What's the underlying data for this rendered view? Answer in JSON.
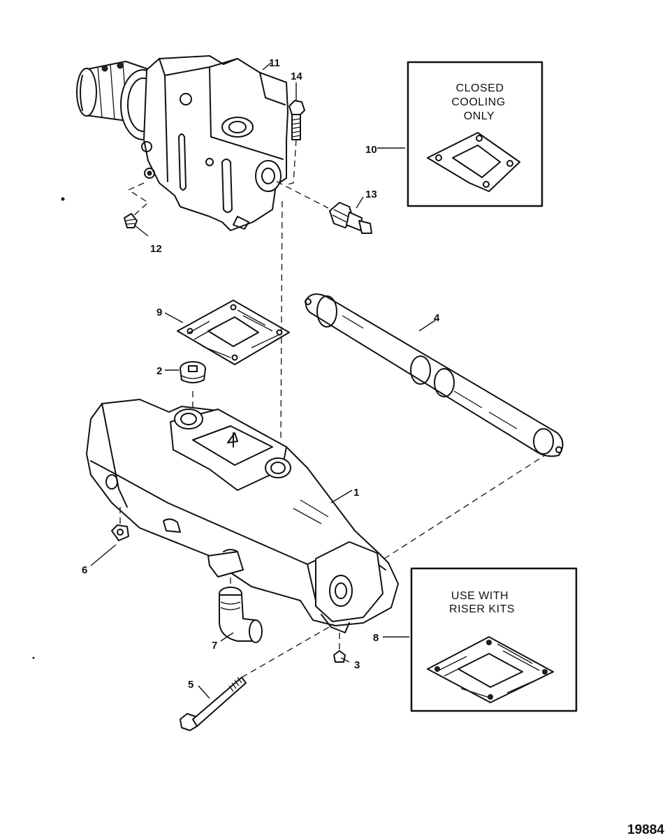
{
  "callouts": {
    "c1": "1",
    "c2": "2",
    "c3": "3",
    "c4": "4",
    "c5": "5",
    "c6": "6",
    "c7": "7",
    "c8": "8",
    "c9": "9",
    "c10": "10",
    "c11": "11",
    "c12": "12",
    "c13": "13",
    "c14": "14"
  },
  "box_closed_cooling": {
    "line1": "CLOSED",
    "line2": "COOLING",
    "line3": "ONLY"
  },
  "box_riser": {
    "line1": "USE WITH",
    "line2": "RISER KITS"
  },
  "figure_number": "19884"
}
